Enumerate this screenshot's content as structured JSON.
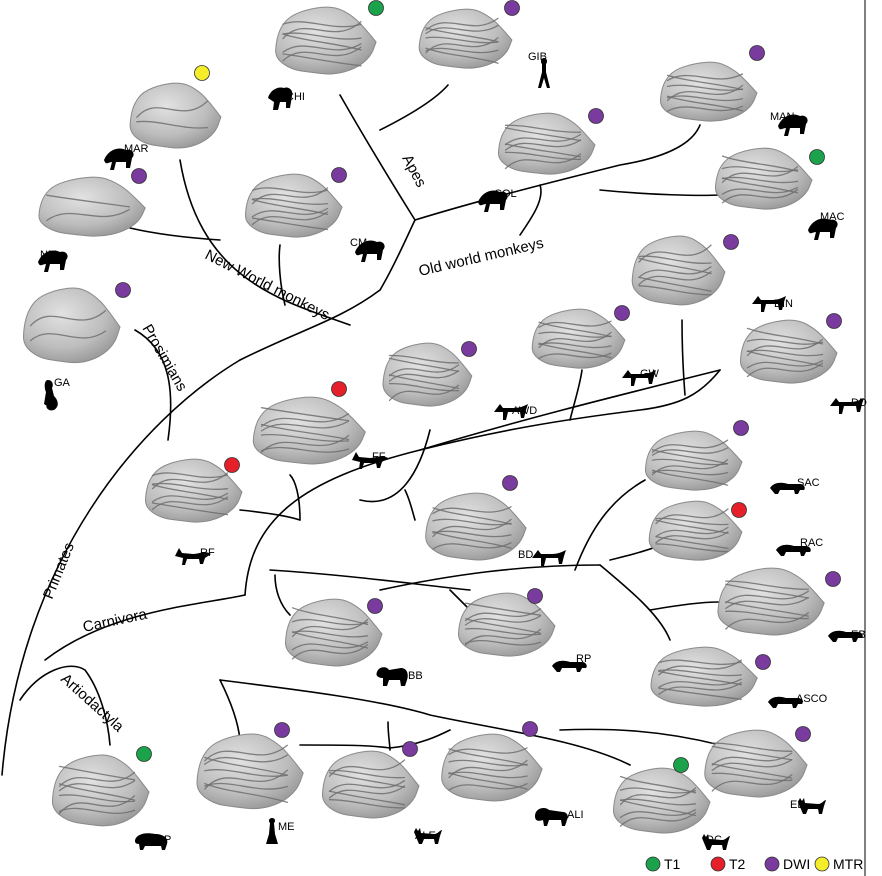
{
  "clades": {
    "apes": "Apes",
    "old_world_monkeys": "Old world monkeys",
    "new_world_monkeys": "New World monkeys",
    "prosimians": "Prosimians",
    "primates": "Primates",
    "carnivora": "Carnivora",
    "artiodactyla": "Artiodactyla"
  },
  "legend": [
    {
      "key": "t1",
      "label": "T1",
      "color": "#1aa34a"
    },
    {
      "key": "t2",
      "label": "T2",
      "color": "#e5202b"
    },
    {
      "key": "dwi",
      "label": "DWI",
      "color": "#7a3b9e"
    },
    {
      "key": "mtr",
      "label": "MTR",
      "color": "#f5ec2a"
    }
  ],
  "species": [
    {
      "code": "CHI",
      "modality": "T1",
      "smooth": false,
      "icon": "chimpanzee-icon"
    },
    {
      "code": "GIB",
      "modality": "DWI",
      "smooth": false,
      "icon": "gibbon-icon"
    },
    {
      "code": "MAR",
      "modality": "MTR",
      "smooth": true,
      "icon": "marmoset-icon"
    },
    {
      "code": "MAN",
      "modality": "DWI",
      "smooth": false,
      "icon": "mangabey-icon"
    },
    {
      "code": "COL",
      "modality": "DWI",
      "smooth": false,
      "icon": "colobus-icon"
    },
    {
      "code": "MAC",
      "modality": "T1",
      "smooth": false,
      "icon": "macaque-icon"
    },
    {
      "code": "NM",
      "modality": "DWI",
      "smooth": true,
      "icon": "night-monkey-icon"
    },
    {
      "code": "CM",
      "modality": "DWI",
      "smooth": false,
      "icon": "capuchin-icon"
    },
    {
      "code": "GA",
      "modality": "DWI",
      "smooth": true,
      "icon": "galago-icon"
    },
    {
      "code": "DIN",
      "modality": "DWI",
      "smooth": false,
      "icon": "dingo-icon"
    },
    {
      "code": "GW",
      "modality": "DWI",
      "smooth": false,
      "icon": "grey-wolf-icon"
    },
    {
      "code": "AWD",
      "modality": "DWI",
      "smooth": false,
      "icon": "african-wild-dog-icon"
    },
    {
      "code": "DD",
      "modality": "DWI",
      "smooth": false,
      "icon": "domestic-dog-icon"
    },
    {
      "code": "FF",
      "modality": "T2",
      "smooth": false,
      "icon": "fennec-fox-icon"
    },
    {
      "code": "RF",
      "modality": "T2",
      "smooth": false,
      "icon": "red-fox-icon"
    },
    {
      "code": "SAC",
      "modality": "DWI",
      "smooth": false,
      "icon": "ringtail-icon"
    },
    {
      "code": "RAC",
      "modality": "T2",
      "smooth": false,
      "icon": "raccoon-icon"
    },
    {
      "code": "BD",
      "modality": "DWI",
      "smooth": false,
      "icon": "bush-dog-icon"
    },
    {
      "code": "EB",
      "modality": "DWI",
      "smooth": false,
      "icon": "badger-icon"
    },
    {
      "code": "BB",
      "modality": "DWI",
      "smooth": false,
      "icon": "bear-icon"
    },
    {
      "code": "RP",
      "modality": "DWI",
      "smooth": false,
      "icon": "red-panda-icon"
    },
    {
      "code": "ASCO",
      "modality": "DWI",
      "smooth": false,
      "icon": "otter-icon"
    },
    {
      "code": "ME",
      "modality": "DWI",
      "smooth": false,
      "icon": "meerkat-icon"
    },
    {
      "code": "ALE",
      "modality": "DWI",
      "smooth": false,
      "icon": "leopard-icon"
    },
    {
      "code": "ALI",
      "modality": "DWI",
      "smooth": false,
      "icon": "lion-icon"
    },
    {
      "code": "EL",
      "modality": "DWI",
      "smooth": false,
      "icon": "lynx-icon"
    },
    {
      "code": "DC",
      "modality": "T1",
      "smooth": false,
      "icon": "domestic-cat-icon"
    },
    {
      "code": "DP",
      "modality": "T1",
      "smooth": false,
      "icon": "pig-icon"
    }
  ]
}
